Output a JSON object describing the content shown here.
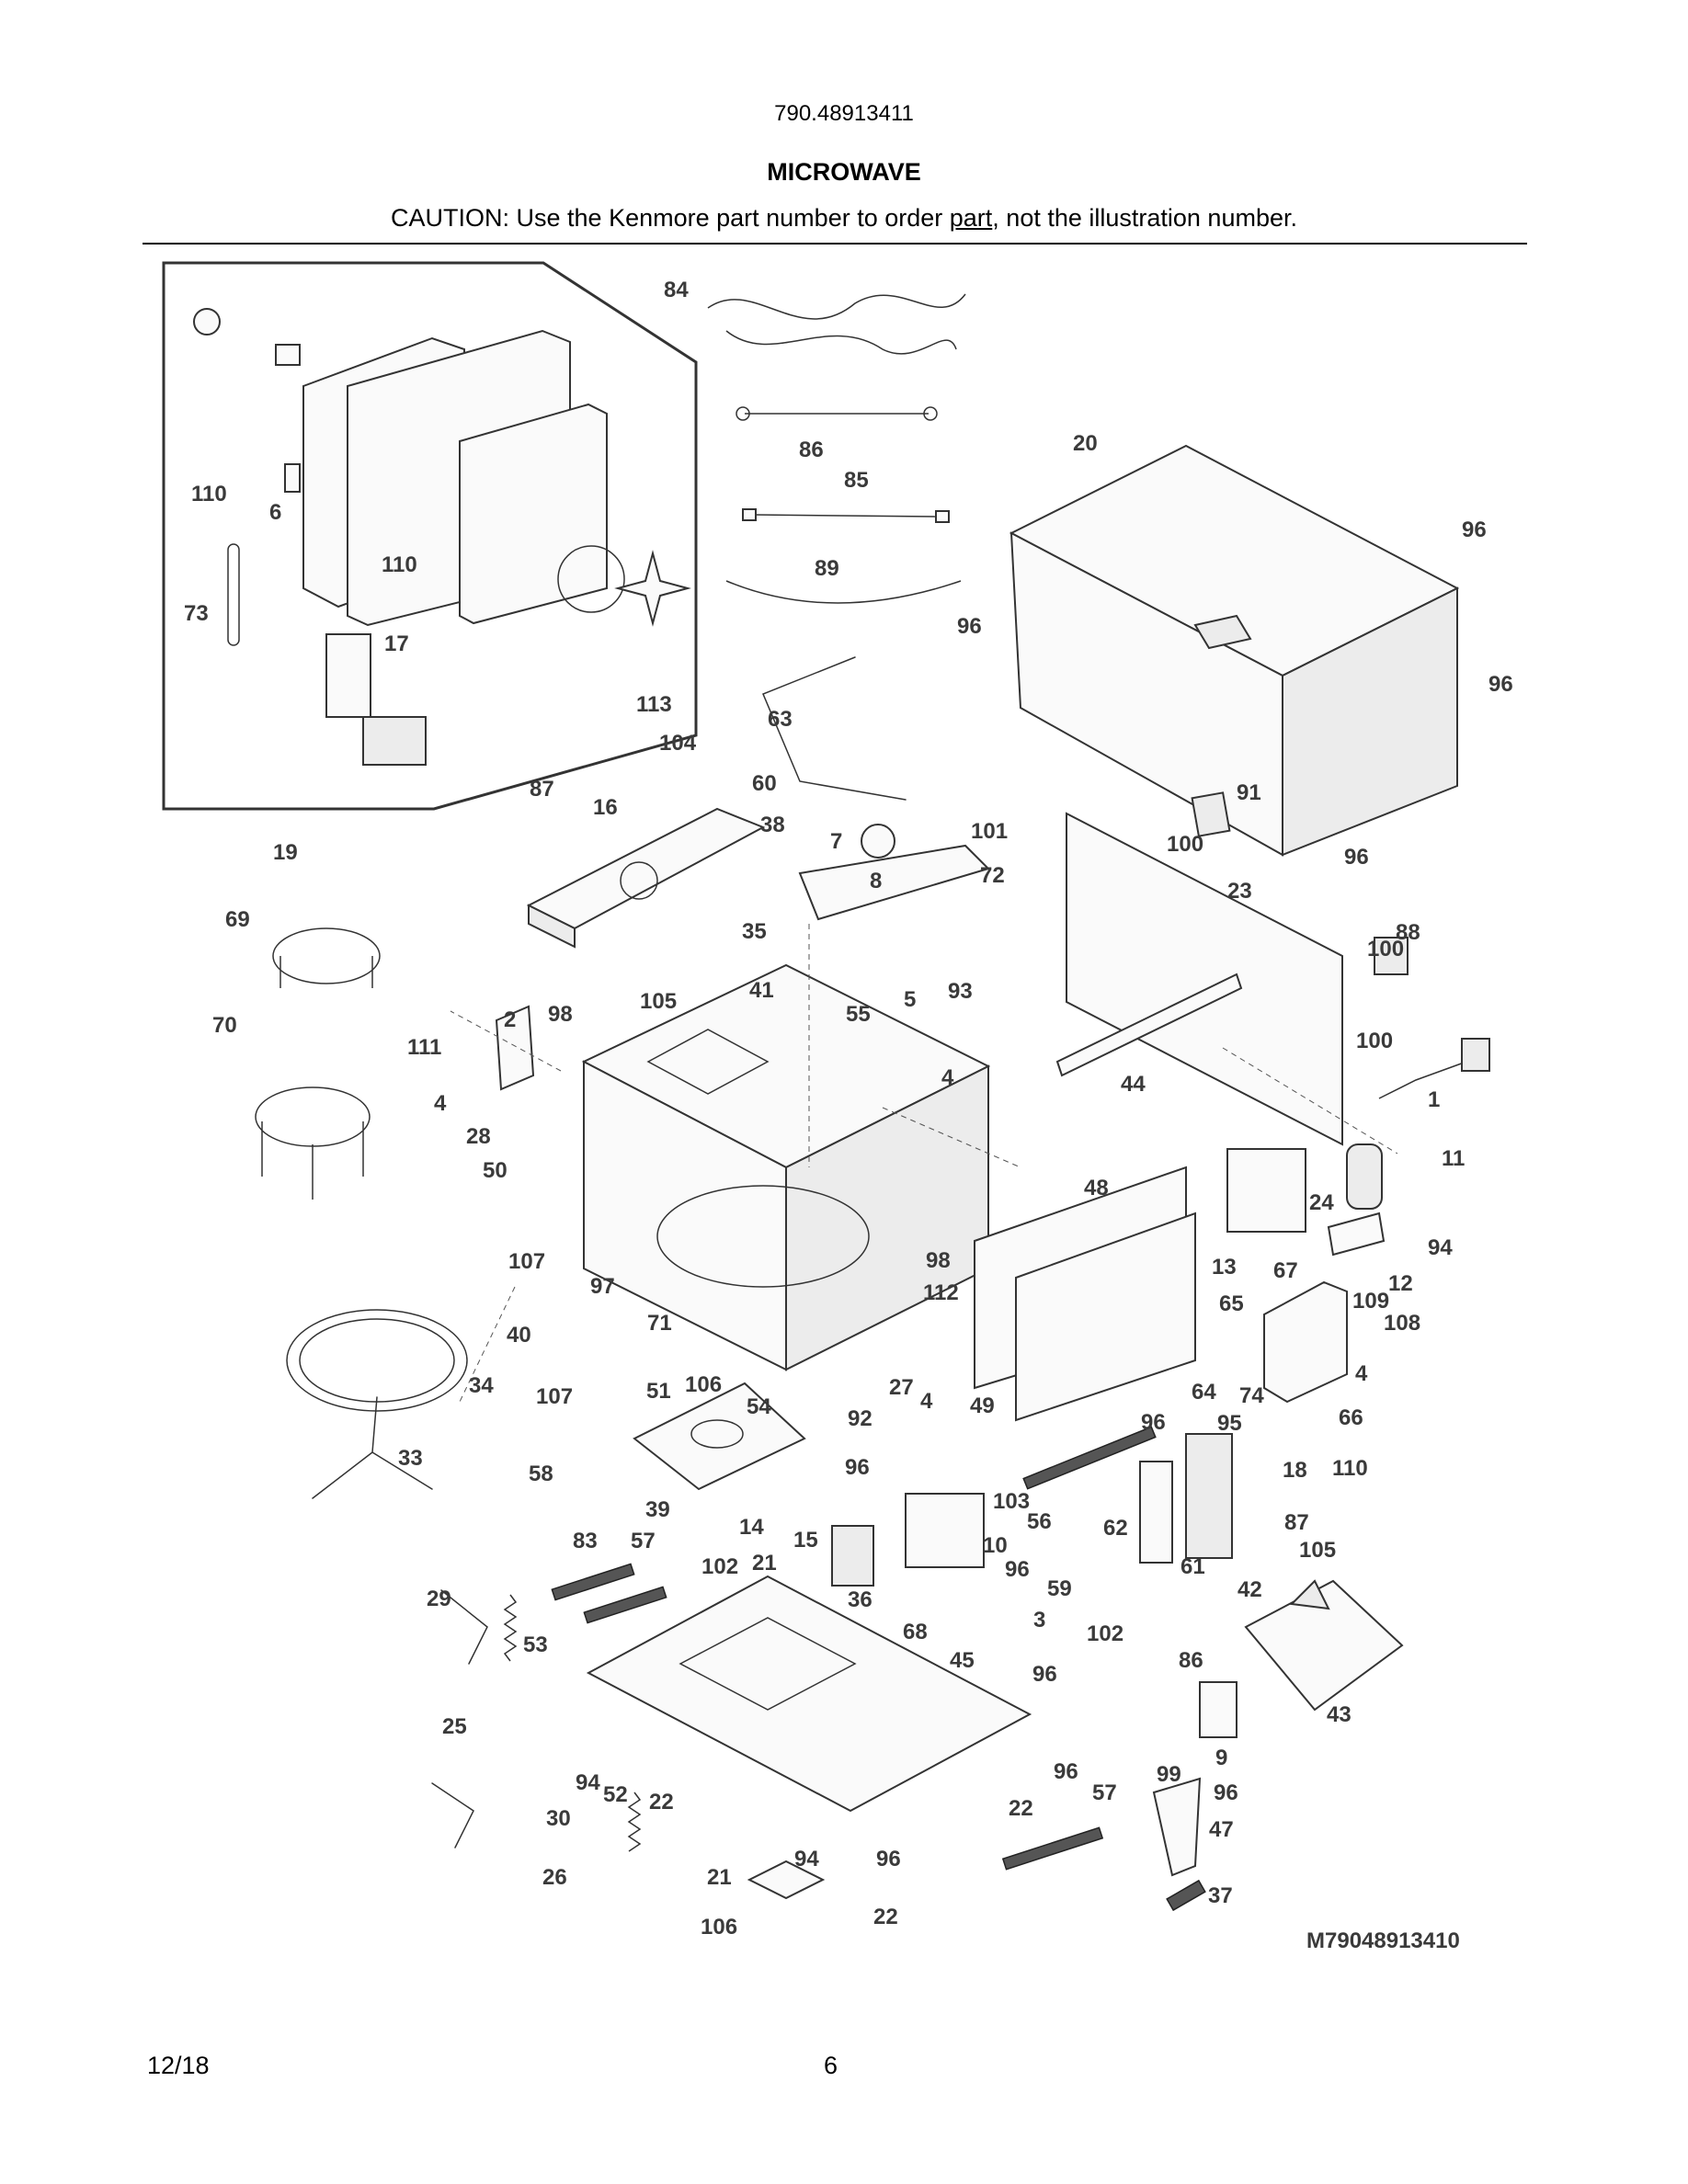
{
  "header": {
    "model_number": "790.48913411",
    "title": "MICROWAVE",
    "caution_prefix": "CAUTION: Use the Kenmore part number to order ",
    "caution_link": "part",
    "caution_suffix": ", not the illustration number."
  },
  "diagram": {
    "drawing_number": "M79048913410",
    "labels": [
      "84",
      "86",
      "85",
      "89",
      "20",
      "96",
      "96",
      "96",
      "96",
      "63",
      "113",
      "104",
      "87",
      "16",
      "60",
      "38",
      "7",
      "8",
      "101",
      "72",
      "91",
      "100",
      "23",
      "88",
      "100",
      "100",
      "1",
      "110",
      "6",
      "110",
      "73",
      "17",
      "19",
      "69",
      "70",
      "111",
      "2",
      "98",
      "4",
      "28",
      "50",
      "105",
      "41",
      "35",
      "5",
      "55",
      "93",
      "4",
      "44",
      "11",
      "24",
      "94",
      "12",
      "48",
      "13",
      "67",
      "65",
      "109",
      "108",
      "74",
      "4",
      "64",
      "96",
      "66",
      "95",
      "18",
      "110",
      "107",
      "97",
      "40",
      "71",
      "51",
      "106",
      "54",
      "98",
      "112",
      "27",
      "4",
      "49",
      "92",
      "34",
      "107",
      "33",
      "58",
      "96",
      "39",
      "14",
      "83",
      "57",
      "102",
      "21",
      "15",
      "103",
      "56",
      "10",
      "96",
      "59",
      "3",
      "102",
      "68",
      "36",
      "45",
      "96",
      "62",
      "61",
      "87",
      "105",
      "42",
      "86",
      "43",
      "29",
      "53",
      "25",
      "99",
      "9",
      "96",
      "94",
      "52",
      "22",
      "30",
      "26",
      "21",
      "94",
      "96",
      "22",
      "106",
      "96",
      "22",
      "57",
      "47",
      "37"
    ]
  },
  "footer": {
    "date": "12/18",
    "page_number": "6"
  }
}
